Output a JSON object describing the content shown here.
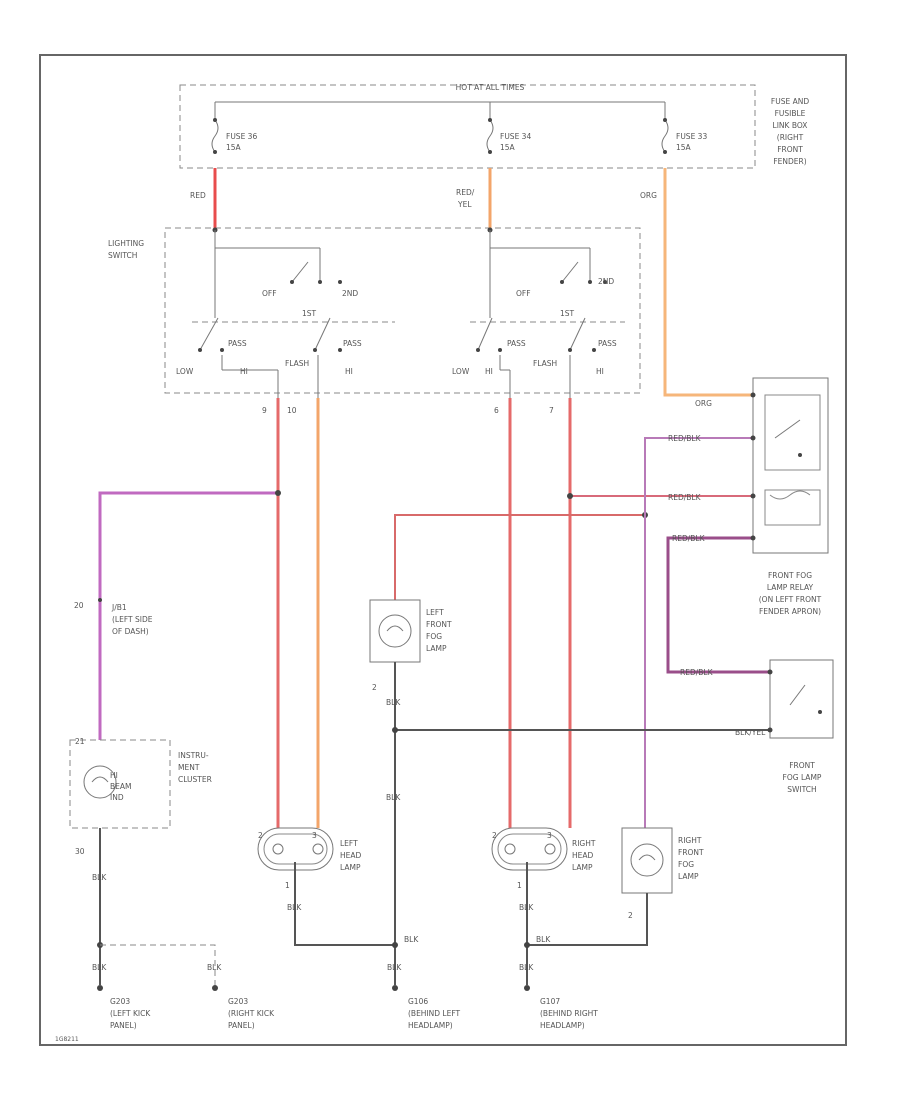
{
  "diagram": {
    "supply_label": "HOT AT ALL TIMES",
    "fuse_box_label": [
      "FUSE AND",
      "FUSIBLE",
      "LINK BOX",
      "(RIGHT",
      "FRONT",
      "FENDER)"
    ],
    "fuses": [
      {
        "name": "FUSE 36",
        "rating": "15A"
      },
      {
        "name": "FUSE 34",
        "rating": "15A"
      },
      {
        "name": "FUSE 33",
        "rating": "15A"
      }
    ],
    "lighting_switch_label": [
      "LIGHTING",
      "SWITCH"
    ],
    "switch_labels": {
      "off": "OFF",
      "1st": "1ST",
      "2nd": "2ND",
      "pass": "PASS",
      "low": "LOW",
      "hi": "HI",
      "flash": "FLASH"
    },
    "switch_pins": [
      "9",
      "10",
      "6",
      "7"
    ],
    "wire_colors": {
      "red": "RED",
      "red_yel": [
        "RED/",
        "YEL"
      ],
      "org": "ORG",
      "red_blk": "RED/BLK",
      "blk_yel": "BLK/YEL",
      "blk": "BLK"
    },
    "joint_connector": {
      "pin": "20",
      "label": [
        "J/B1",
        "(LEFT SIDE",
        "OF DASH)"
      ]
    },
    "cluster": {
      "pins": [
        "21",
        "30"
      ],
      "indicator": [
        "HI",
        "BEAM",
        "IND"
      ],
      "label": [
        "INSTRU-",
        "MENT",
        "CLUSTER"
      ]
    },
    "left_fog_lamp": {
      "pin": "2",
      "label": [
        "LEFT",
        "FRONT",
        "FOG",
        "LAMP"
      ]
    },
    "right_fog_lamp": {
      "pin": "2",
      "label": [
        "RIGHT",
        "FRONT",
        "FOG",
        "LAMP"
      ]
    },
    "left_head_lamp": {
      "pins": [
        "2",
        "3",
        "1"
      ],
      "label": [
        "LEFT",
        "HEAD",
        "LAMP"
      ]
    },
    "right_head_lamp": {
      "pins": [
        "2",
        "3",
        "1"
      ],
      "label": [
        "RIGHT",
        "HEAD",
        "LAMP"
      ]
    },
    "fog_relay_label": [
      "FRONT FOG",
      "LAMP RELAY",
      "(ON LEFT FRONT",
      "FENDER APRON)"
    ],
    "fog_switch": {
      "wire": "BLK/YEL",
      "label": [
        "FRONT",
        "FOG LAMP",
        "SWITCH"
      ]
    },
    "grounds": [
      {
        "name": "G203",
        "label": [
          "(LEFT KICK",
          "PANEL)"
        ]
      },
      {
        "name": "G203",
        "label": [
          "(RIGHT KICK",
          "PANEL)"
        ]
      },
      {
        "name": "G106",
        "label": [
          "(BEHIND LEFT",
          "HEADLAMP)"
        ]
      },
      {
        "name": "G107",
        "label": [
          "(BEHIND RIGHT",
          "HEADLAMP)"
        ]
      }
    ],
    "footer_code": "1G8211"
  }
}
